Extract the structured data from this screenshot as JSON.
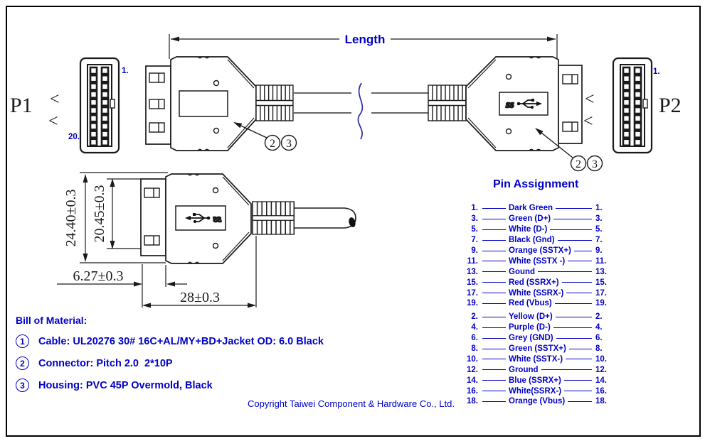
{
  "drawing": {
    "p1_label": "P1",
    "p2_label": "P2",
    "length_label": "Length",
    "pin1_label": "1.",
    "pin20_label": "20.",
    "chevron": "<",
    "callout_2": "2",
    "callout_3": "3",
    "ss_text": "ss",
    "dimensions": {
      "height_outer": "24.40±0.3",
      "height_inner": "20.45±0.3",
      "shell_depth": "6.27±0.3",
      "overmold_length": "28±0.3"
    }
  },
  "pin_assignment": {
    "title": "Pin Assignment",
    "rows": [
      {
        "pin": "1.",
        "wire": "Dark Green"
      },
      {
        "pin": "3.",
        "wire": "Green (D+)"
      },
      {
        "pin": "5.",
        "wire": "White (D-)"
      },
      {
        "pin": "7.",
        "wire": "Black (Gnd)"
      },
      {
        "pin": "9.",
        "wire": "Orange (SSTX+)"
      },
      {
        "pin": "11.",
        "wire": "White (SSTX -)"
      },
      {
        "pin": "13.",
        "wire": "Gound"
      },
      {
        "pin": "15.",
        "wire": "Red (SSRX+)"
      },
      {
        "pin": "17.",
        "wire": "White (SSRX-)"
      },
      {
        "pin": "19.",
        "wire": "Red (Vbus)"
      },
      {
        "pin": "2.",
        "wire": "Yellow (D+)"
      },
      {
        "pin": "4.",
        "wire": "Purple (D-)"
      },
      {
        "pin": "6.",
        "wire": "Grey (GND)"
      },
      {
        "pin": "8.",
        "wire": "Green (SSTX+)"
      },
      {
        "pin": "10.",
        "wire": "White (SSTX-)"
      },
      {
        "pin": "12.",
        "wire": "Ground"
      },
      {
        "pin": "14.",
        "wire": "Blue (SSRX+)"
      },
      {
        "pin": "16.",
        "wire": "White(SSRX-)"
      },
      {
        "pin": "18.",
        "wire": "Orange (Vbus)"
      }
    ]
  },
  "bill_of_material": {
    "title": "Bill of Material:",
    "items": [
      {
        "num": "1",
        "text": "Cable: UL20276 30# 16C+AL/MY+BD+Jacket OD: 6.0 Black"
      },
      {
        "num": "2",
        "text": "Connector: Pitch 2.0  2*10P"
      },
      {
        "num": "3",
        "text": "Housing: PVC 45P Overmold, Black"
      }
    ]
  },
  "footer": {
    "copyright": "Copyright Taiwei Component & Hardware Co., Ltd."
  },
  "icons": {
    "usb_logo": "usb-superspeed-logo"
  },
  "colors": {
    "accent_blue": "#0000c8",
    "line": "#1a1a1a",
    "cable_gray": "#666666",
    "break_blue": "#2a2aaa"
  }
}
